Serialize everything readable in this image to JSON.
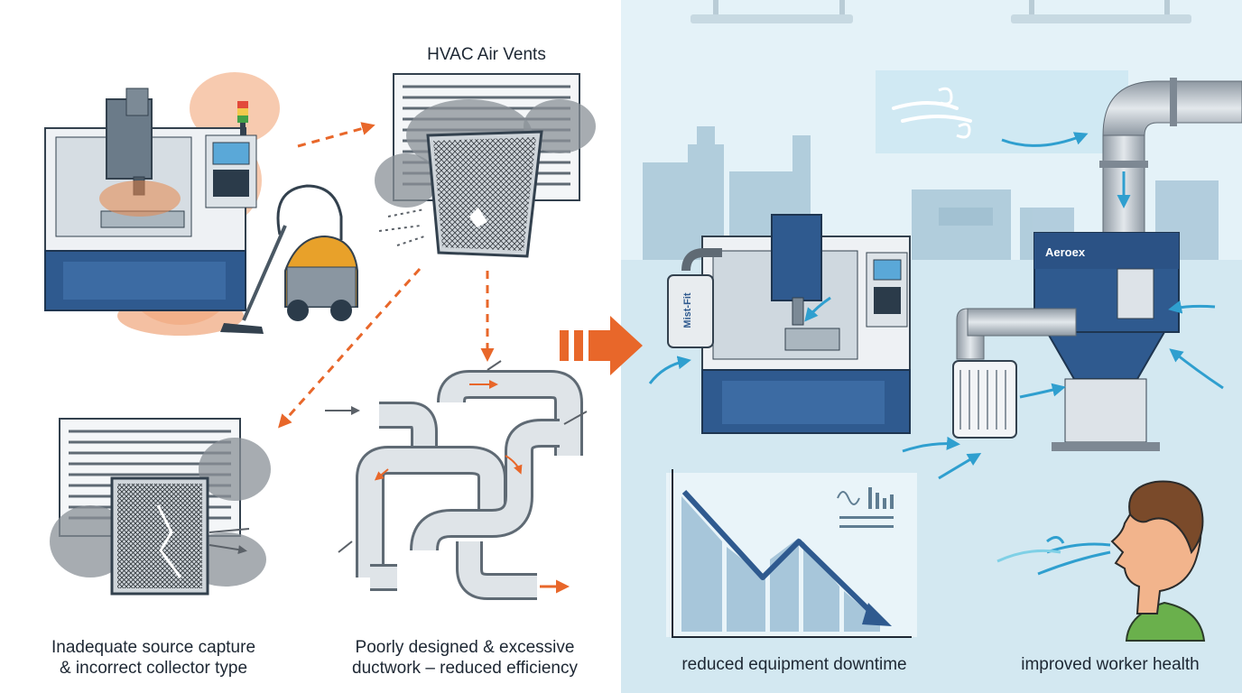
{
  "hvac_title": "HVAC Air Vents",
  "captions": {
    "source_capture_line1": "Inadequate source capture",
    "source_capture_line2": "& incorrect collector type",
    "ductwork_line1": "Poorly designed & excessive",
    "ductwork_line2": "ductwork – reduced efficiency",
    "downtime": "reduced equipment downtime",
    "health": "improved worker health"
  },
  "brands": {
    "mist_unit": "Mist-Fit",
    "collector": "Aeroex"
  },
  "colors": {
    "problem_accent": "#e8672a",
    "solution_background": "#d9ecf4",
    "machine_blue": "#2f5a8f",
    "airflow": "#3bb4d6"
  },
  "icons": [
    "cnc-machine-icon",
    "vacuum-cleaner-icon",
    "clogged-vent-icon",
    "tangled-ductwork-icon",
    "mist-collector-icon",
    "dust-collector-icon",
    "downtime-chart-icon",
    "worker-face-icon"
  ]
}
